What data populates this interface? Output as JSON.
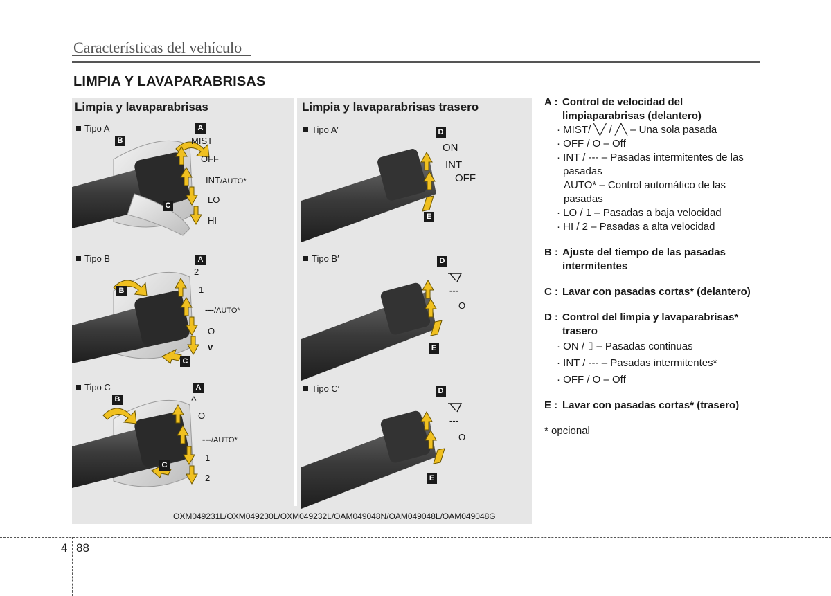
{
  "header": {
    "chapter": "Características del vehículo"
  },
  "section_title": "LIMPIA Y LAVAPARABRISAS",
  "figure": {
    "front_title": "Limpia y lavaparabrisas",
    "rear_title": "Limpia y lavaparabrisas trasero",
    "tipo_a": "Tipo A",
    "tipo_b": "Tipo B",
    "tipo_c": "Tipo C",
    "tipo_a_rear": "Tipo A′",
    "tipo_b_rear": "Tipo B′",
    "tipo_c_rear": "Tipo C′",
    "badges": {
      "a": "A",
      "b": "B",
      "c": "C",
      "d": "D",
      "e": "E"
    },
    "front_a_labels": [
      "MIST",
      "OFF",
      "INT",
      "/AUTO*",
      "LO",
      "HI"
    ],
    "front_b_labels": [
      "2",
      "1",
      "---",
      "/AUTO*",
      "O",
      "v"
    ],
    "front_c_labels": [
      "^",
      "O",
      "---",
      "/AUTO*",
      "1",
      "2"
    ],
    "rear_a_labels": [
      "ON",
      "INT",
      "OFF"
    ],
    "rear_b_labels": [
      "---",
      "O"
    ],
    "rear_c_labels": [
      "---",
      "O"
    ],
    "caption": "OXM049231L/OXM049230L/OXM049232L/OAM049048N/OAM049048L/OAM049048G"
  },
  "legend": {
    "a_key": "A :",
    "a_title": "Control de velocidad del limpiaparabrisas (delantero)",
    "a_items": [
      "· MIST/ ╲╱ / ╱╲ – Una sola pasada",
      "· OFF / O – Off",
      "· INT / --- – Pasadas intermitentes de las pasadas",
      "AUTO* – Control automático de las pasadas",
      "· LO / 1 – Pasadas a baja velocidad",
      "· HI / 2 – Pasadas a alta velocidad"
    ],
    "b_key": "B :",
    "b_title": "Ajuste del tiempo de las pasadas intermitentes",
    "c_key": "C :",
    "c_title": "Lavar con pasadas cortas* (delantero)",
    "d_key": "D :",
    "d_title": "Control del limpia y lavaparabrisas* trasero",
    "d_items": [
      "· ON / ⌷ – Pasadas continuas",
      "· INT / --- – Pasadas intermitentes*",
      "· OFF / O – Off"
    ],
    "e_key": "E :",
    "e_title": "Lavar con pasadas cortas* (trasero)",
    "note": "* opcional"
  },
  "footer": {
    "section": "4",
    "page": "88"
  }
}
